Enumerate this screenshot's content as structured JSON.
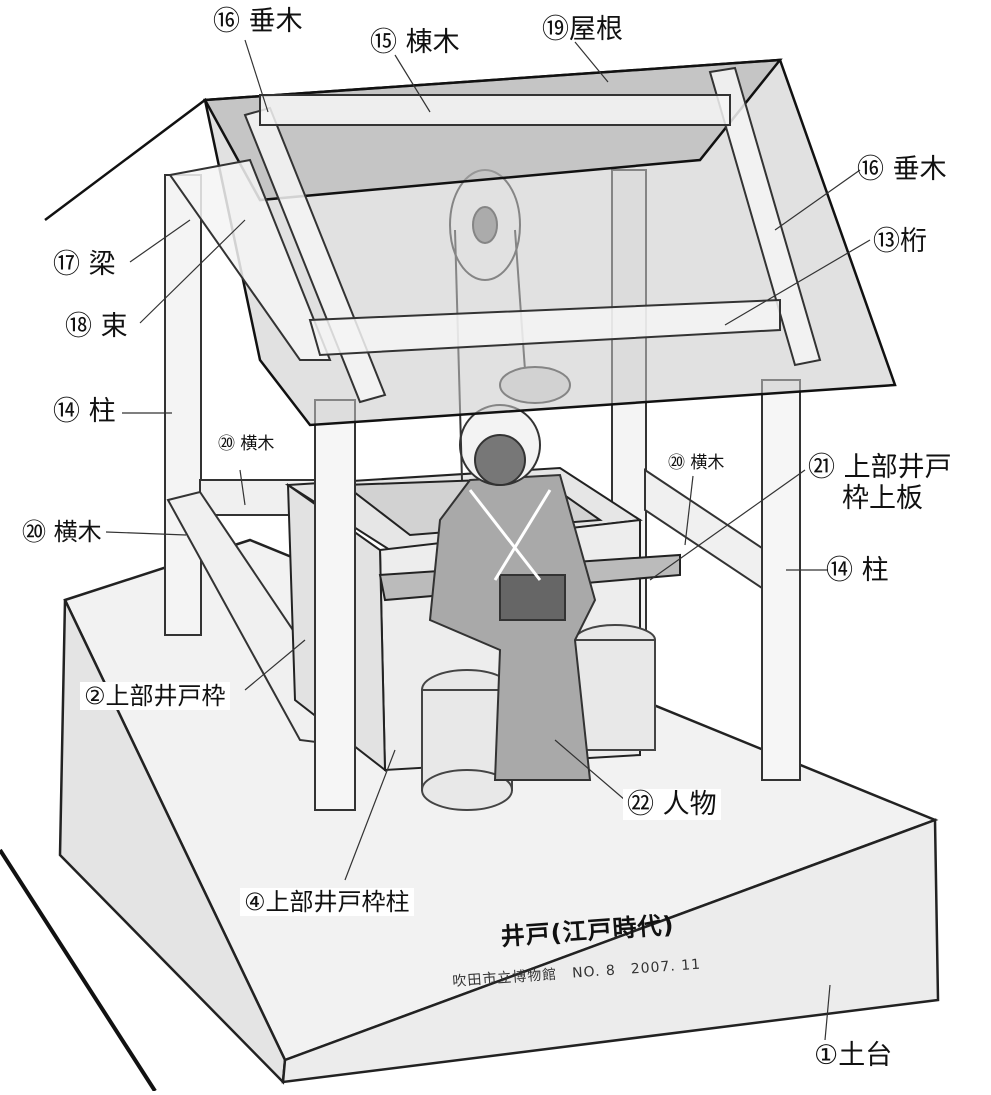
{
  "labels": {
    "l16a": "⑯ 垂木",
    "l15": "⑮ 棟木",
    "l19": "⑲屋根",
    "l16b": "⑯ 垂木",
    "l13": "⑬桁",
    "l17": "⑰ 梁",
    "l18": "⑱ 束",
    "l14a": "⑭ 柱",
    "l20a": "⑳ 横木",
    "l20b": "⑳ 横木",
    "l20c": "⑳ 横木",
    "l21_line1": "㉑ 上部井戸",
    "l21_line2": "枠上板",
    "l14b": "⑭ 柱",
    "l2": "②上部井戸枠",
    "l22": "㉒ 人物",
    "l4": "④上部井戸枠柱",
    "l1": "①土台"
  },
  "plaque": {
    "title": "井戸(江戸時代)",
    "subtitle": "吹田市立博物館　NO. 8　2007. 11"
  }
}
